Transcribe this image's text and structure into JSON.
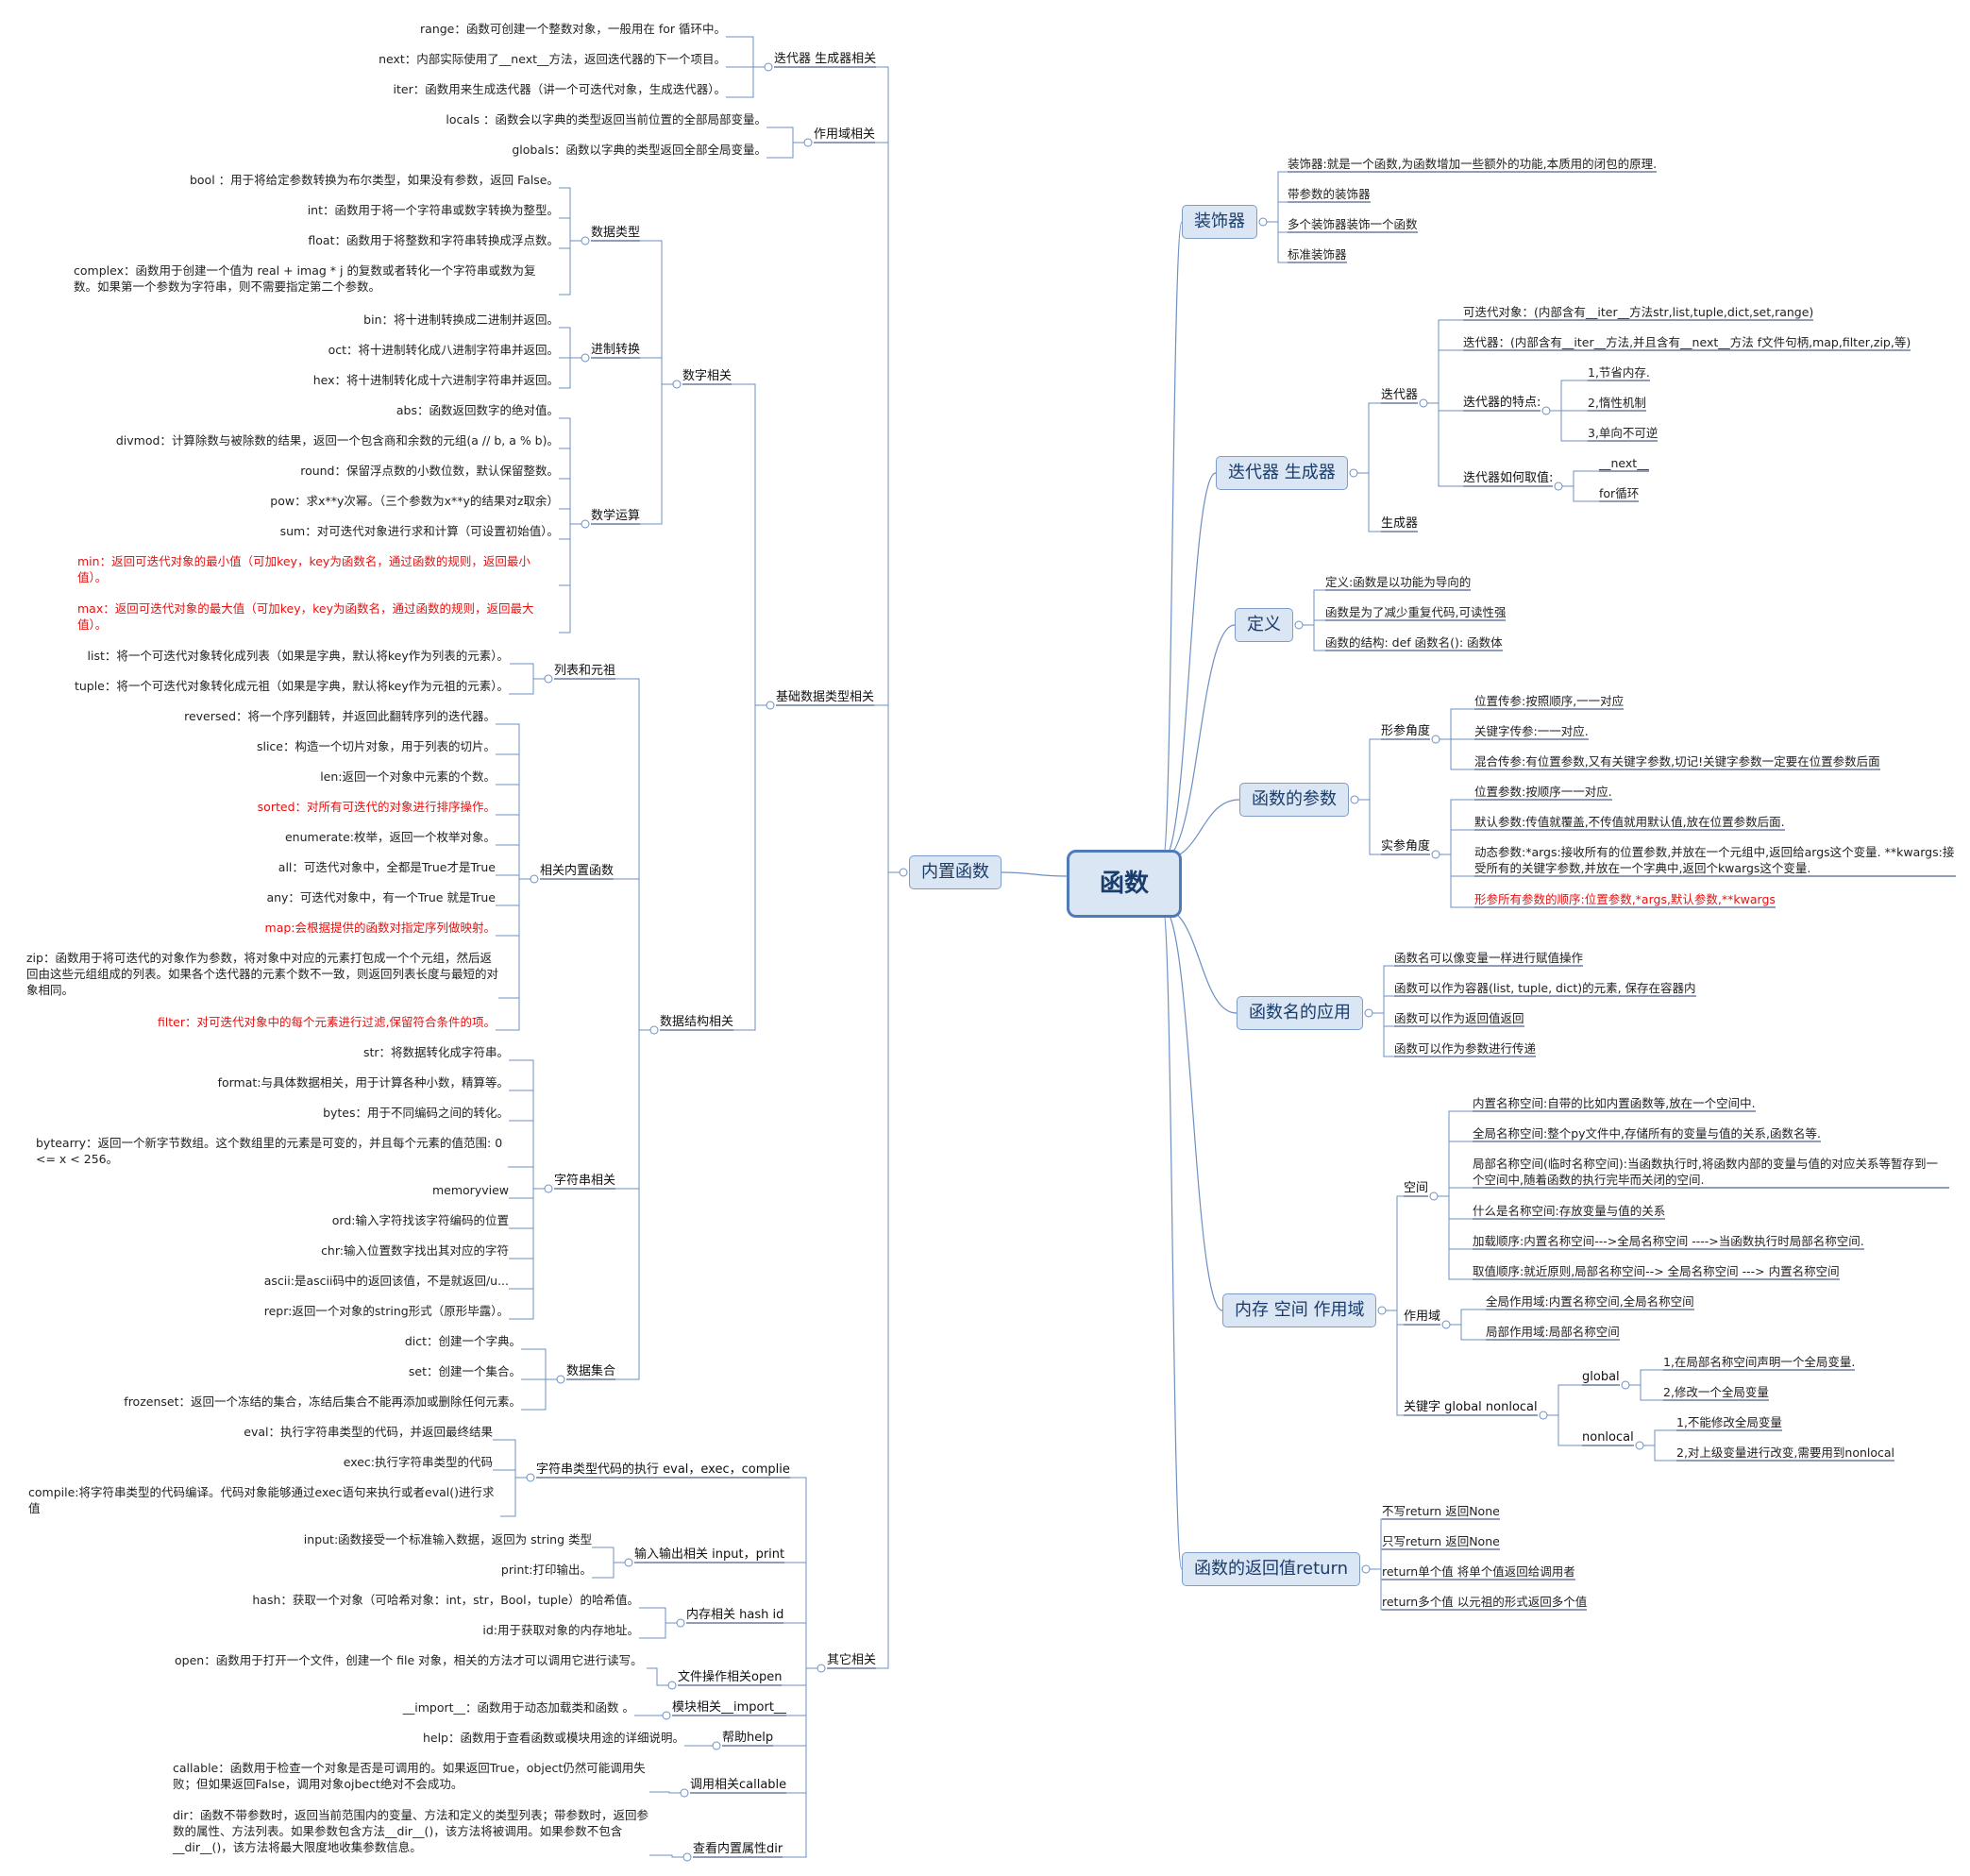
{
  "root": "函数",
  "main_topics": {
    "builtin": "内置函数",
    "decorator": "装饰器",
    "iterator_generator": "迭代器  生成器",
    "definition": "定义",
    "params": "函数的参数",
    "name_usage": "函数名的应用",
    "memory_scope": "内存 空间 作用域",
    "return_value": "函数的返回值return"
  },
  "left": {
    "g_iter": "迭代器 生成器相关",
    "range": "range：函数可创建一个整数对象，一般用在 for 循环中。",
    "next": "next：内部实际使用了__next__方法，返回迭代器的下一个项目。",
    "iter": "iter：函数用来生成迭代器（讲一个可迭代对象，生成迭代器）。",
    "g_scope": "作用域相关",
    "locals": "locals  ：函数会以字典的类型返回当前位置的全部局部变量。",
    "globals": "globals：函数以字典的类型返回全部全局变量。",
    "g_basic": "基础数据类型相关",
    "g_number": "数字相关",
    "g_dtype": "数据类型",
    "bool": "bool  ：用于将给定参数转换为布尔类型，如果没有参数，返回 False。",
    "int": "int：函数用于将一个字符串或数字转换为整型。",
    "float": "float：函数用于将整数和字符串转换成浮点数。",
    "complex": "complex：函数用于创建一个值为 real + imag * j 的复数或者转化一个字符串或数为复数。如果第一个参数为字符串，则不需要指定第二个参数。",
    "g_base": "进制转换",
    "bin": "bin：将十进制转换成二进制并返回。",
    "oct": "oct：将十进制转化成八进制字符串并返回。",
    "hex": "hex：将十进制转化成十六进制字符串并返回。",
    "g_math": "数学运算",
    "abs": "abs：函数返回数字的绝对值。",
    "divmod": "divmod：计算除数与被除数的结果，返回一个包含商和余数的元组(a // b, a % b)。",
    "round": "round：保留浮点数的小数位数，默认保留整数。",
    "pow": "pow：求x**y次幂。（三个参数为x**y的结果对z取余）",
    "sum": "sum：对可迭代对象进行求和计算（可设置初始值）。",
    "min": "min：返回可迭代对象的最小值（可加key，key为函数名，通过函数的规则，返回最小值）。",
    "max": "max：返回可迭代对象的最大值（可加key，key为函数名，通过函数的规则，返回最大值）。",
    "g_ds": "数据结构相关",
    "g_listtuple": "列表和元祖",
    "list": "list：将一个可迭代对象转化成列表（如果是字典，默认将key作为列表的元素）。",
    "tuple": "tuple：将一个可迭代对象转化成元祖（如果是字典，默认将key作为元祖的元素）。",
    "g_related": "相关内置函数",
    "reversed": "reversed：将一个序列翻转，并返回此翻转序列的迭代器。",
    "slice": "slice：构造一个切片对象，用于列表的切片。",
    "len": "len:返回一个对象中元素的个数。",
    "sorted": "sorted：对所有可迭代的对象进行排序操作。",
    "enumerate": "enumerate:枚举，返回一个枚举对象。",
    "all": "all：可迭代对象中，全都是True才是True",
    "any": "any：可迭代对象中，有一个True 就是True",
    "map": "map:会根据提供的函数对指定序列做映射。",
    "zip": "zip：函数用于将可迭代的对象作为参数，将对象中对应的元素打包成一个个元组，然后返回由这些元组组成的列表。如果各个迭代器的元素个数不一致，则返回列表长度与最短的对象相同。",
    "filter": "filter：对可迭代对象中的每个元素进行过滤,保留符合条件的项。",
    "g_str": "字符串相关",
    "str": "str：将数据转化成字符串。",
    "format": "format:与具体数据相关，用于计算各种小数，精算等。",
    "bytes": "bytes：用于不同编码之间的转化。",
    "bytearry": "bytearry：返回一个新字节数组。这个数组里的元素是可变的，并且每个元素的值范围: 0 <= x < 256。",
    "memoryview": "memoryview",
    "ord": "ord:输入字符找该字符编码的位置",
    "chr": "chr:输入位置数字找出其对应的字符",
    "ascii": "ascii:是ascii码中的返回该值，不是就返回/u...",
    "repr": "repr:返回一个对象的string形式（原形毕露）。",
    "g_set": "数据集合",
    "dict": "dict：创建一个字典。",
    "set": "set：创建一个集合。",
    "frozenset": "frozenset：返回一个冻结的集合，冻结后集合不能再添加或删除任何元素。",
    "g_other": "其它相关",
    "g_exec": "字符串类型代码的执行 eval，exec，complie",
    "eval": "eval：执行字符串类型的代码，并返回最终结果",
    "exec": "exec:执行字符串类型的代码",
    "compile": "compile:将字符串类型的代码编译。代码对象能够通过exec语句来执行或者eval()进行求值",
    "g_io": "输入输出相关 input，print",
    "input": "input:函数接受一个标准输入数据，返回为 string 类型",
    "print": "print:打印输出。",
    "g_mem": "内存相关 hash id",
    "hash": "hash：获取一个对象（可哈希对象：int，str，Bool，tuple）的哈希值。",
    "id": "id:用于获取对象的内存地址。",
    "g_file": "文件操作相关open",
    "open": "open：函数用于打开一个文件，创建一个 file 对象，相关的方法才可以调用它进行读写。",
    "g_module": "模块相关__import__",
    "import": "__import__：函数用于动态加载类和函数 。",
    "g_help": "帮助help",
    "help": "help：函数用于查看函数或模块用途的详细说明。",
    "g_call": "调用相关callable",
    "callable": "callable：函数用于检查一个对象是否是可调用的。如果返回True，object仍然可能调用失败；但如果返回False，调用对象ojbect绝对不会成功。",
    "g_dir": "查看内置属性dir",
    "dir": "dir：函数不带参数时，返回当前范围内的变量、方法和定义的类型列表；带参数时，返回参数的属性、方法列表。如果参数包含方法__dir__()，该方法将被调用。如果参数不包含__dir__()，该方法将最大限度地收集参数信息。"
  },
  "right": {
    "dec1": "装饰器:就是一个函数,为函数增加一些额外的功能,本质用的闭包的原理.",
    "dec2": "带参数的装饰器",
    "dec3": "多个装饰器装饰一个函数",
    "dec4": "标准装饰器",
    "g_iterator": "迭代器",
    "iterable": "可迭代对象：(内部含有__iter__方法str,list,tuple,dict,set,range)",
    "iterator": "迭代器：(内部含有__iter__方法,并且含有__next__方法 f文件句柄,map,filter,zip,等)",
    "g_feat": "迭代器的特点:",
    "feat1": "1,节省内存.",
    "feat2": "2,惰性机制",
    "feat3": "3,单向不可逆",
    "g_take": "迭代器如何取值:",
    "take1": "__next__",
    "take2": "for循环",
    "generator": "生成器",
    "def1": "定义:函数是以功能为导向的",
    "def2": "函数是为了减少重复代码,可读性强",
    "def3": "函数的结构: def 函数名(): 函数体",
    "g_formal": "形参角度",
    "f1": "位置传参:按照顺序,一一对应",
    "f2": "关键字传参:一一对应.",
    "f3": "混合传参:有位置参数,又有关键字参数,切记!关键字参数一定要在位置参数后面",
    "g_actual": "实参角度",
    "a1": "位置参数:按顺序一一对应.",
    "a2": "默认参数:传值就覆盖,不传值就用默认值,放在位置参数后面.",
    "a3": "动态参数:*args:接收所有的位置参数,并放在一个元组中,返回给args这个变量. **kwargs:接受所有的关键字参数,并放在一个字典中,返回个kwargs这个变量.",
    "a4": "形参所有参数的顺序:位置参数,*args,默认参数,**kwargs",
    "n1": "函数名可以像变量一样进行赋值操作",
    "n2": "函数可以作为容器(list, tuple, dict)的元素, 保存在容器内",
    "n3": "函数可以作为返回值返回",
    "n4": "函数可以作为参数进行传递",
    "g_space": "空间",
    "s1": "内置名称空间:自带的比如内置函数等,放在一个空间中.",
    "s2": "全局名称空间:整个py文件中,存储所有的变量与值的关系,函数名等.",
    "s3": "局部名称空间(临时名称空间):当函数执行时,将函数内部的变量与值的对应关系等暂存到一个空间中,随着函数的执行完毕而关闭的空间.",
    "s4": "什么是名称空间:存放变量与值的关系",
    "s5": "加载顺序:内置名称空间--->全局名称空间 ---->当函数执行时局部名称空间.",
    "s6": "取值顺序:就近原则,局部名称空间--> 全局名称空间 ---> 内置名称空间",
    "g_scope": "作用域",
    "sc1": "全局作用域:内置名称空间,全局名称空间",
    "sc2": "局部作用域:局部名称空间",
    "g_kw": "关键字 global  nonlocal",
    "g_global": "global",
    "gl1": "1,在局部名称空间声明一个全局变量.",
    "gl2": "2,修改一个全局变量",
    "g_nonlocal": "nonlocal",
    "nl1": "1,不能修改全局变量",
    "nl2": "2,对上级变量进行改变,需要用到nonlocal",
    "r1": "不写return 返回None",
    "r2": "只写return 返回None",
    "r3": "return单个值  将单个值返回给调用者",
    "r4": "return多个值  以元祖的形式返回多个值"
  },
  "colors": {
    "branch": "#6d8fc4",
    "leaf_line": "#1f3b73",
    "highlight": "#e8100f",
    "topic_fill": "#dbe6f4"
  }
}
